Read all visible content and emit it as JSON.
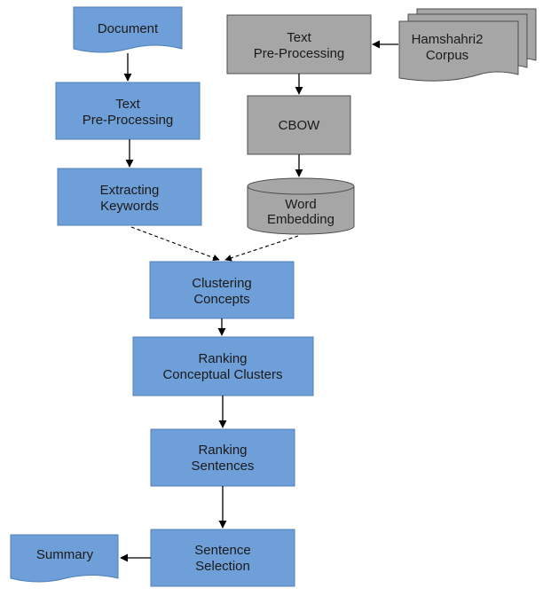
{
  "nodes": {
    "document": "Document",
    "text_preprocessing_left": [
      "Text",
      "Pre-Processing"
    ],
    "extracting_keywords": [
      "Extracting",
      "Keywords"
    ],
    "text_preprocessing_right": [
      "Text",
      "Pre-Processing"
    ],
    "corpus": [
      "Hamshahri2",
      "Corpus"
    ],
    "cbow": "CBOW",
    "word_embedding": [
      "Word",
      "Embedding"
    ],
    "clustering_concepts": [
      "Clustering",
      "Concepts"
    ],
    "ranking_clusters": [
      "Ranking",
      "Conceptual Clusters"
    ],
    "ranking_sentences": [
      "Ranking",
      "Sentences"
    ],
    "sentence_selection": [
      "Sentence",
      "Selection"
    ],
    "summary": "Summary"
  },
  "colors": {
    "process_fill": "#6f9fd8",
    "process_stroke": "#4f7fb8",
    "embedding_fill": "#a6a6a6",
    "embedding_stroke": "#4d4d4d"
  }
}
